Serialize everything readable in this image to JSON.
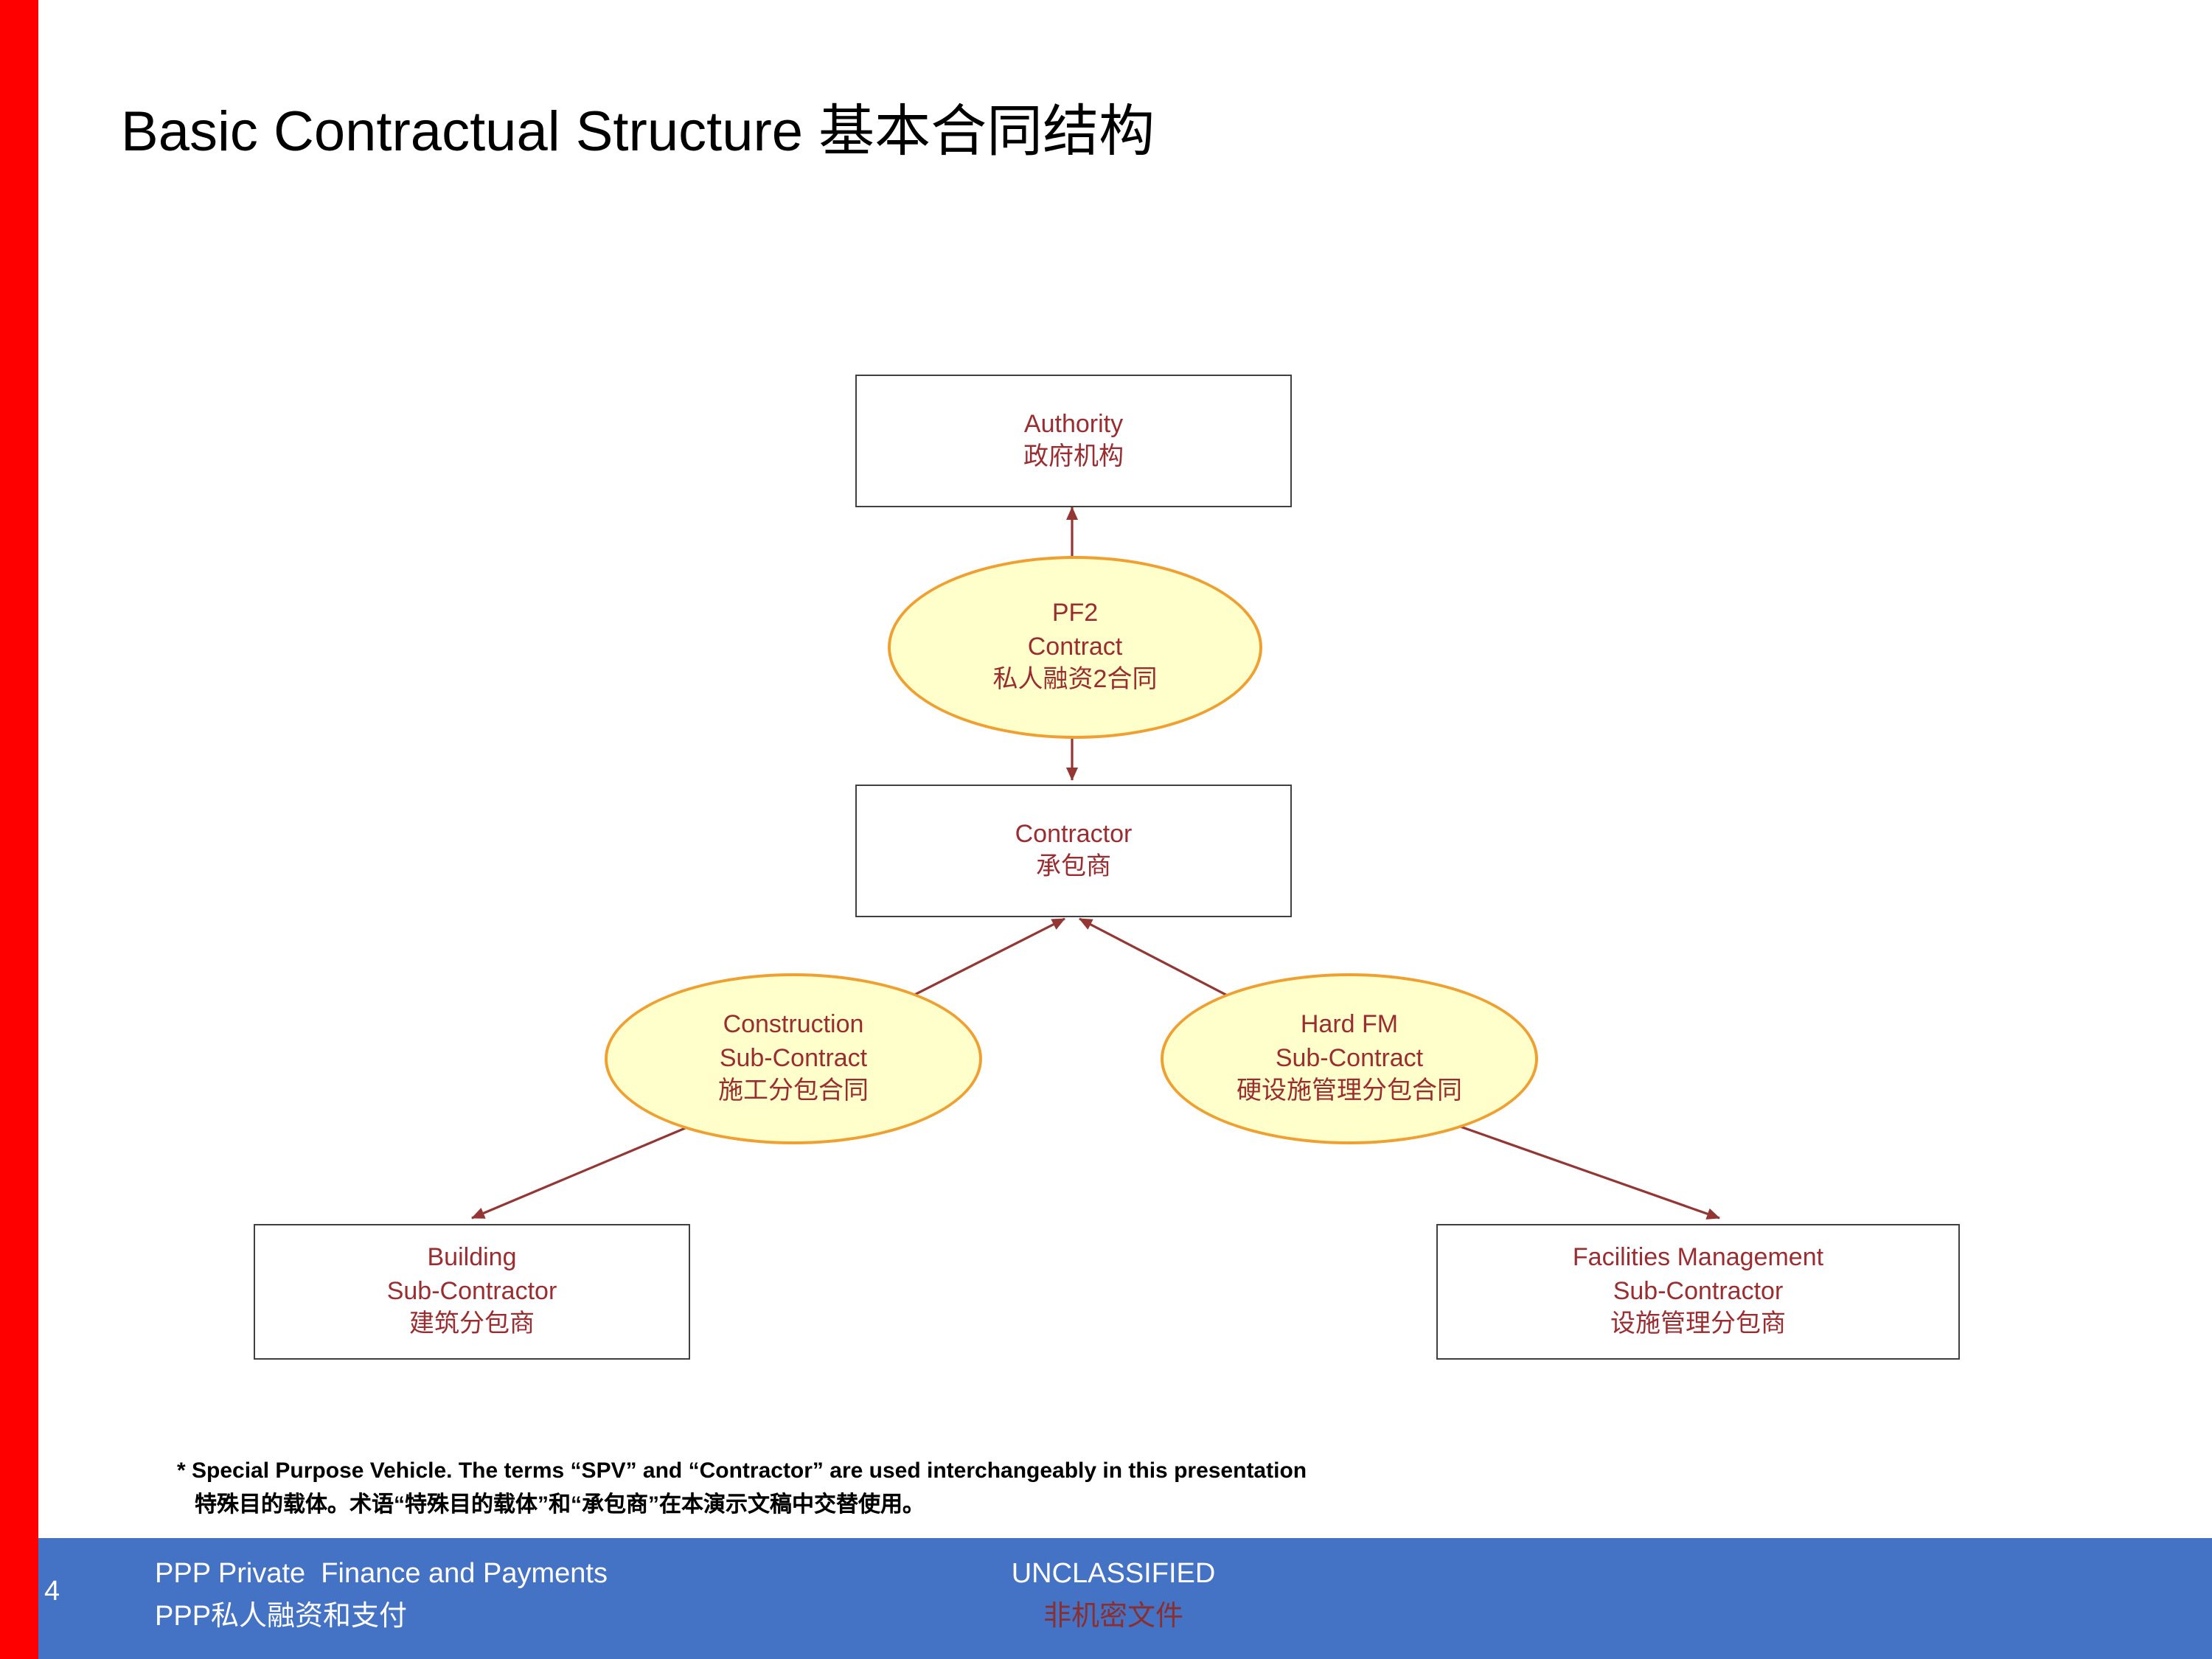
{
  "slide": {
    "title": "Basic Contractual Structure 基本合同结构",
    "page_number": "4"
  },
  "diagram": {
    "nodes": {
      "authority": {
        "lines": [
          "Authority",
          "政府机构"
        ]
      },
      "pf2": {
        "lines": [
          "PF2",
          "Contract",
          "私人融资2合同"
        ]
      },
      "contractor": {
        "lines": [
          "Contractor",
          "承包商"
        ]
      },
      "construction": {
        "lines": [
          "Construction",
          "Sub-Contract",
          "施工分包合同"
        ]
      },
      "hardfm": {
        "lines": [
          "Hard FM",
          "Sub-Contract",
          "硬设施管理分包合同"
        ]
      },
      "building": {
        "lines": [
          "Building",
          "Sub-Contractor",
          "建筑分包商"
        ]
      },
      "facilities": {
        "lines": [
          "Facilities Management",
          "Sub-Contractor",
          "设施管理分包商"
        ]
      }
    }
  },
  "footnote": {
    "line1": "* Special Purpose Vehicle.  The terms “SPV” and “Contractor” are used interchangeably in this presentation",
    "line2": "特殊目的载体。术语“特殊目的载体”和“承包商”在本演示文稿中交替使用。"
  },
  "footer": {
    "left_line1": "PPP Private  Finance and Payments",
    "left_line2": "PPP私人融资和支付",
    "center_line1": "UNCLASSIFIED",
    "center_line2": "非机密文件"
  },
  "colors": {
    "left_stripe": "#FF0000",
    "footer_bar": "#4472C4",
    "diagram_text": "#9B2D30",
    "arrow": "#943634",
    "ellipse_fill": "#FFFFCC",
    "ellipse_border": "#F0A030"
  }
}
